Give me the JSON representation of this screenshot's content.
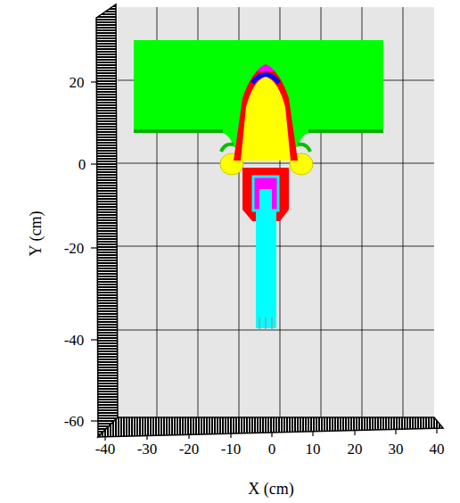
{
  "diagram": {
    "labels": [
      "20",
      "0",
      "-20",
      "-40",
      "-60",
      "-40",
      "-30",
      "-20",
      "-10",
      "0",
      "10",
      "20",
      "30",
      "40",
      "Y (cm)",
      "X (cm)"
    ]
  }
}
